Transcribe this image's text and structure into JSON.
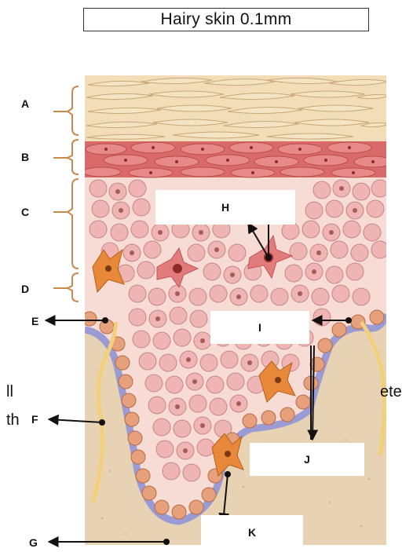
{
  "title": "Hairy skin   0.1mm",
  "labels": {
    "A": "A",
    "B": "B",
    "C": "C",
    "D": "D",
    "E": "E",
    "F": "F",
    "G": "G",
    "H": "H",
    "I": "I",
    "J": "J",
    "K": "K"
  },
  "fragments": {
    "left_top": "ll",
    "left_bottom": "th",
    "right_top": "ete"
  },
  "colors": {
    "stratum_corneum": "#f1ddb8",
    "stratum_granulosum": "#d96a6a",
    "spinosum_cell": "#efb4b4",
    "basal_cell": "#e6a07c",
    "melanocyte": "#e8893a",
    "basement_membrane": "#9b9bd4",
    "dermis": "#e7d2b4",
    "nerve": "#f2d079",
    "bracket": "#c8894e"
  }
}
